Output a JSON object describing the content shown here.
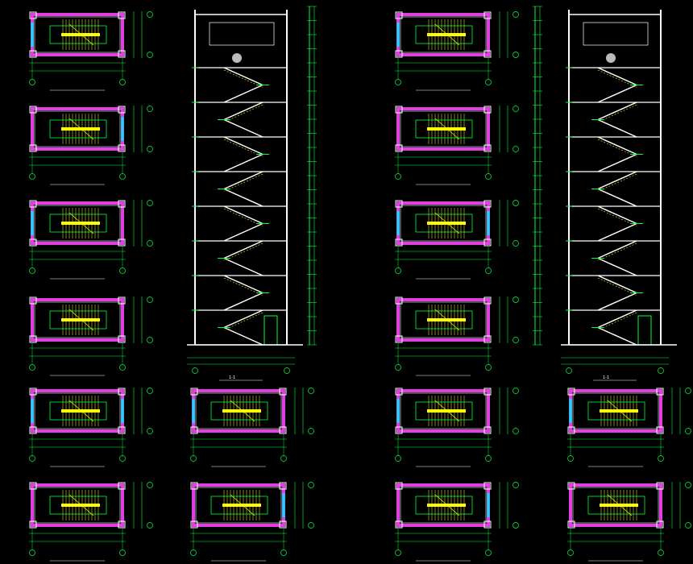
{
  "drawing": {
    "background": "#000000",
    "colors": {
      "wall": "#e040e0",
      "wall_inner": "#ff66ff",
      "line_white": "#ffffff",
      "line_green": "#00ff3c",
      "stair_yellow": "#ffff00",
      "stair_tread": "#d8d830",
      "window_cyan": "#00e5ff",
      "dim_green": "#00ff3c"
    },
    "plans": [
      {
        "id": "p1",
        "title": "",
        "scale": ""
      },
      {
        "id": "p2",
        "title": "",
        "scale": ""
      },
      {
        "id": "p3",
        "title": "",
        "scale": ""
      },
      {
        "id": "p4",
        "title": "",
        "scale": ""
      },
      {
        "id": "p5",
        "title": "",
        "scale": ""
      },
      {
        "id": "p6",
        "title": "",
        "scale": ""
      },
      {
        "id": "p7",
        "title": "",
        "scale": ""
      },
      {
        "id": "p8",
        "title": "",
        "scale": ""
      },
      {
        "id": "p9",
        "title": "",
        "scale": ""
      },
      {
        "id": "p10",
        "title": "",
        "scale": ""
      },
      {
        "id": "p11",
        "title": "",
        "scale": ""
      },
      {
        "id": "p12",
        "title": "",
        "scale": ""
      },
      {
        "id": "p13",
        "title": "",
        "scale": ""
      },
      {
        "id": "p14",
        "title": "",
        "scale": ""
      },
      {
        "id": "p15",
        "title": "",
        "scale": ""
      },
      {
        "id": "p16",
        "title": "",
        "scale": ""
      }
    ],
    "sections": [
      {
        "id": "s1",
        "title": "1-1",
        "floors": 8
      },
      {
        "id": "s2",
        "title": "1-1",
        "floors": 8
      }
    ]
  }
}
